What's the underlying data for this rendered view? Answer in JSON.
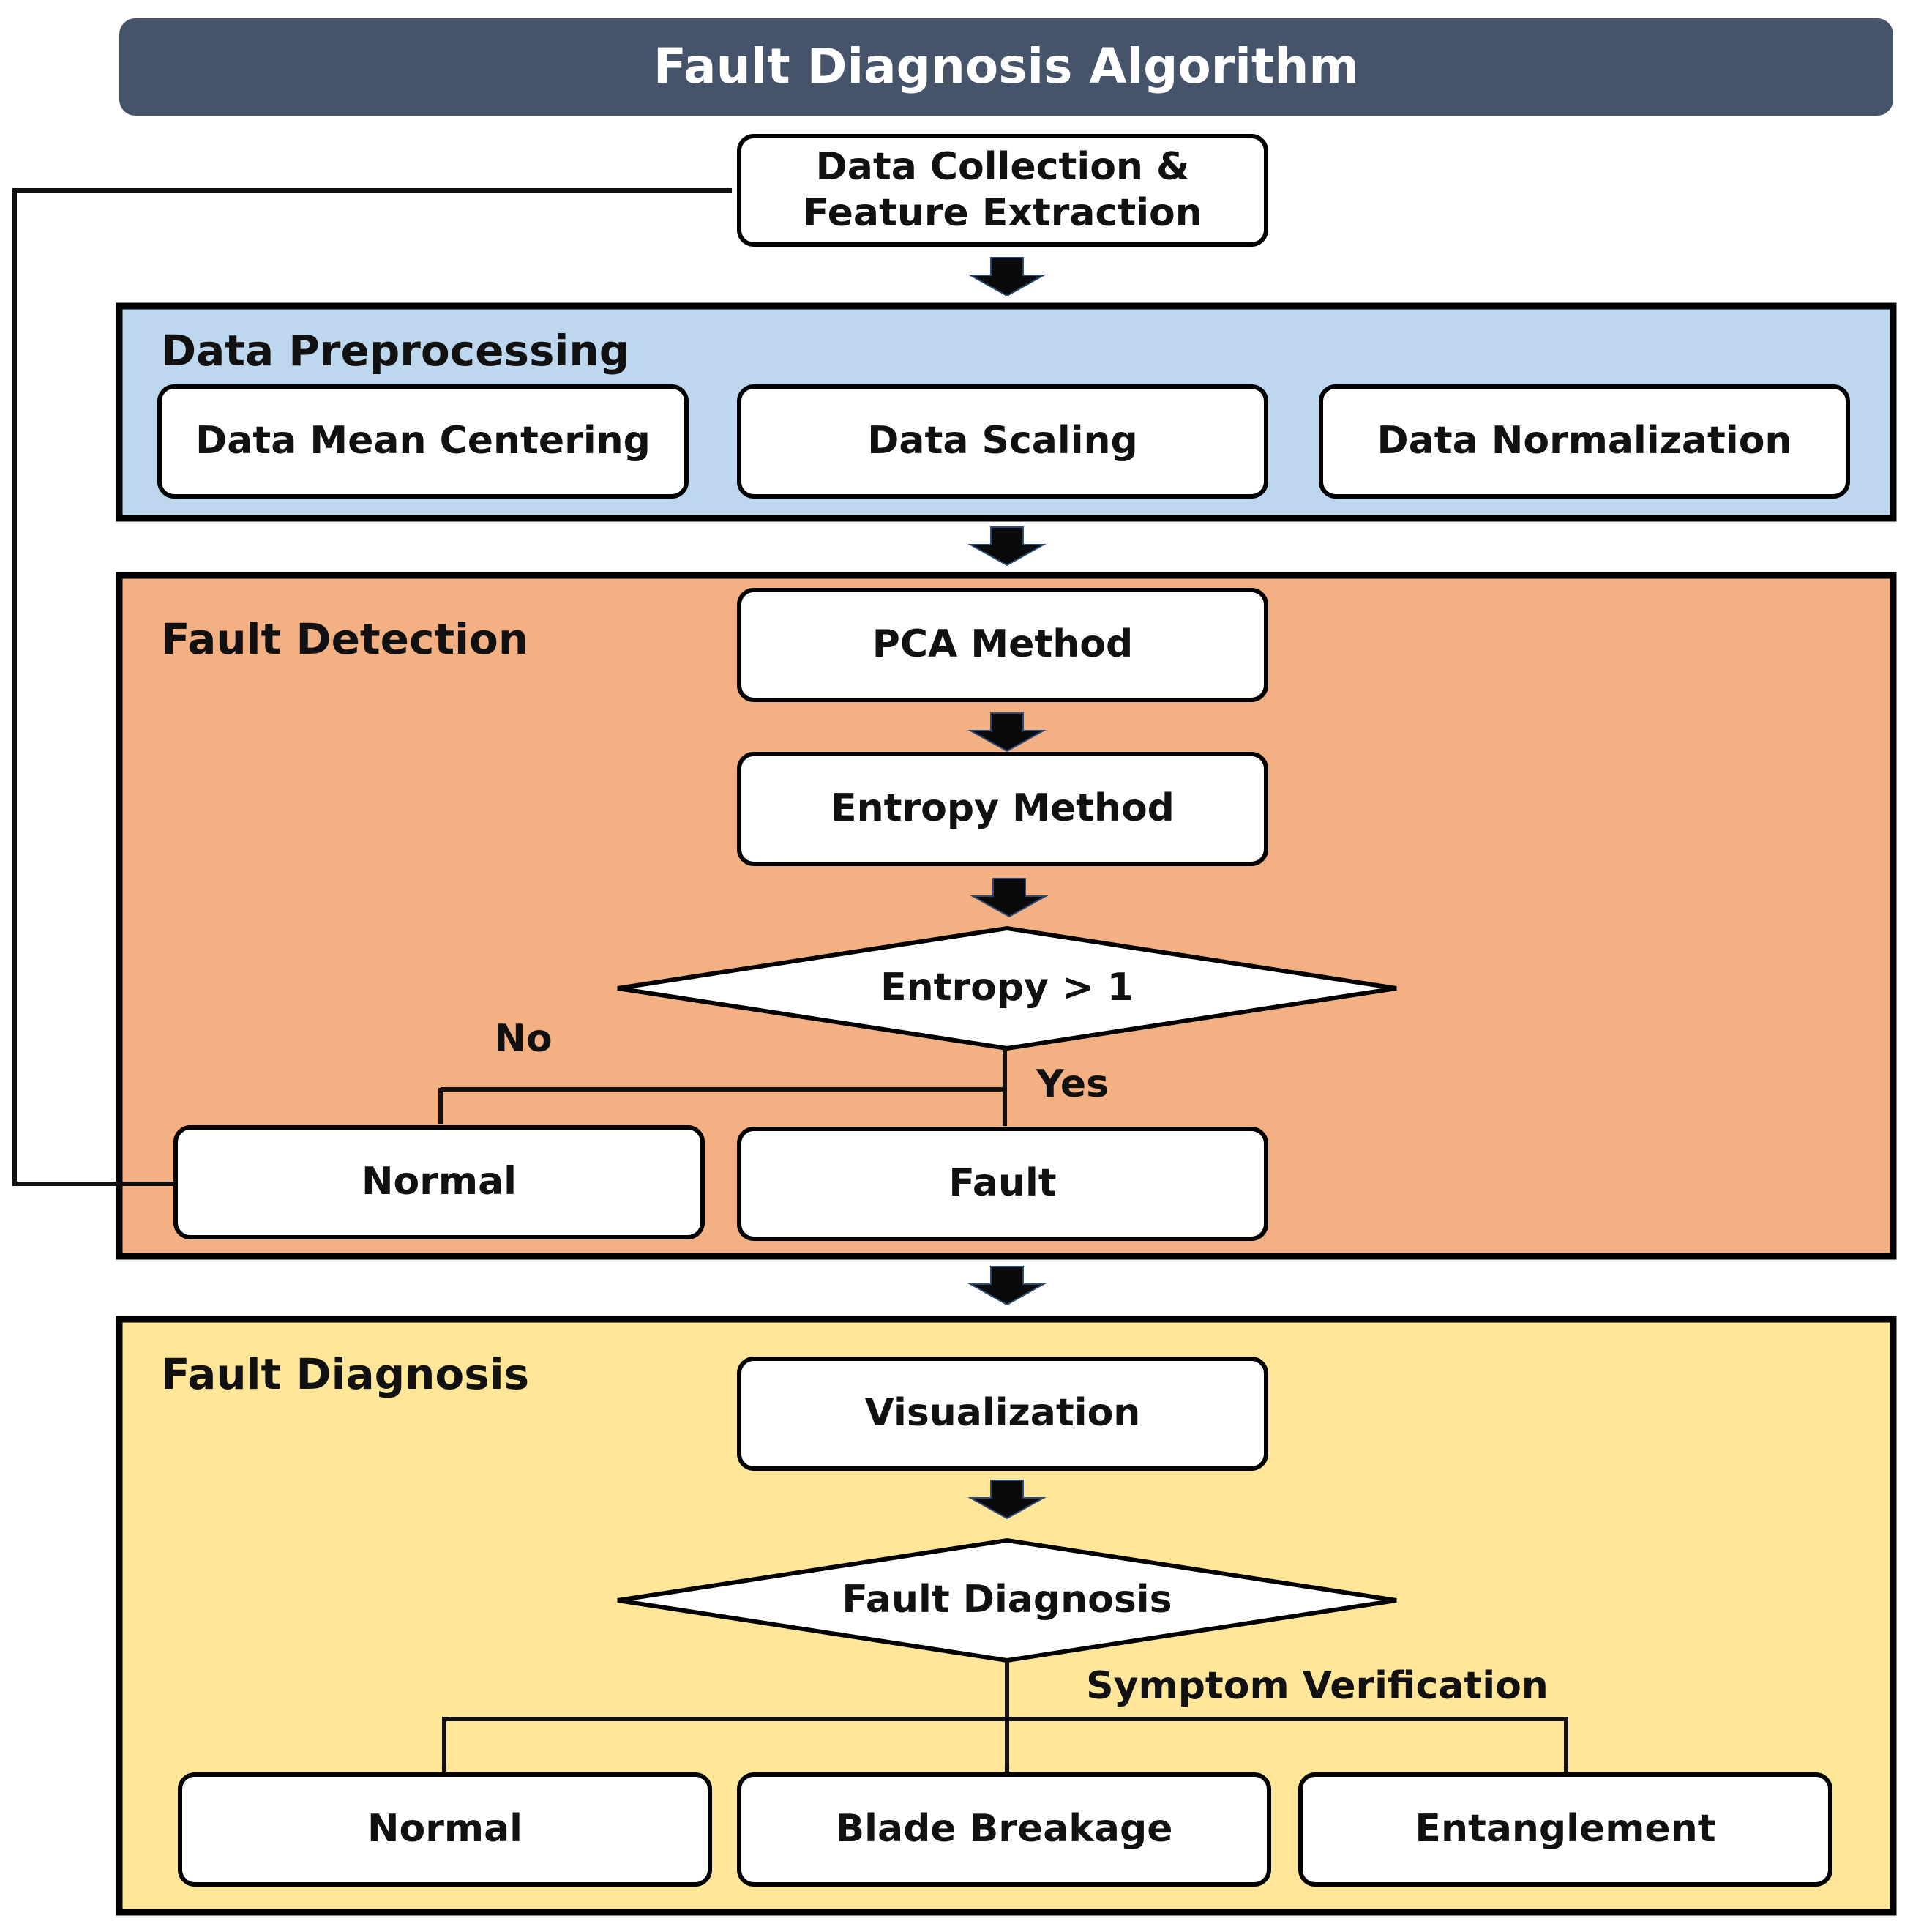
{
  "title": "Fault Diagnosis Algorithm",
  "colors": {
    "title_bar": "#46546B",
    "preprocessing_bg": "#BDD7EE",
    "detection_bg": "#F2B083",
    "diagnosis_bg": "#FFE699",
    "box_border": "#000000",
    "connector": "#111111"
  },
  "start_node": "Data Collection & Feature Extraction",
  "preprocessing": {
    "heading": "Data Preprocessing",
    "steps": [
      "Data Mean Centering",
      "Data Scaling",
      "Data Normalization"
    ]
  },
  "detection": {
    "heading": "Fault Detection",
    "pca": "PCA Method",
    "entropy": "Entropy Method",
    "decision": "Entropy > 1",
    "no_label": "No",
    "yes_label": "Yes",
    "normal": "Normal",
    "fault": "Fault"
  },
  "diagnosis": {
    "heading": "Fault Diagnosis",
    "visualization": "Visualization",
    "decision": "Fault Diagnosis",
    "branch_label": "Symptom Verification",
    "outcomes": [
      "Normal",
      "Blade Breakage",
      "Entanglement"
    ]
  }
}
